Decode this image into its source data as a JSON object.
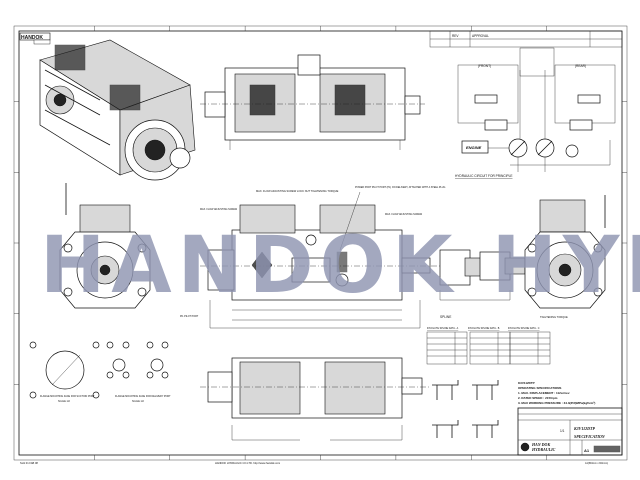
{
  "drawing": {
    "company_logo_text": "HANDOK",
    "watermark": "HANDOK HYD",
    "title_strip": {
      "rev_label": "REV",
      "approval": "APPROVAL"
    },
    "circuit": {
      "front_label": "(FRONT)",
      "rear_label": "(REAR)",
      "engine_label": "ENGINE",
      "caption": "HYDRAULIC CIRCUIT FOR PRINCIPLE"
    },
    "main_view": {
      "callout_left": "MAX. FLOW ADJUSTING SCREW",
      "callout_right": "MAX. FLOW ADJUSTING SCREW",
      "callout_top_left": "MAX. FLOW ADJUSTING SCREW LOCK NUT TIGHTENING TORQUE",
      "callout_top_right": "POWER PORT  PILOT PORT (P1) ON DELIVERY, ATTACHED WITH A STEEL PLUG",
      "callout_bottom_left": "Pi1 PILOT PORT",
      "spline_label": "SPLINE",
      "right_callout": "TIGHTENING TORQUE"
    },
    "flanges": [
      {
        "caption": "FLANGE MOUNTING FACE FOR SUCTION PORT",
        "scale": "SCALE 1/2"
      },
      {
        "caption": "FLANGE MOUNTING FACE FOR DELIVERY PORT",
        "scale": "SCALE 1/2"
      }
    ],
    "spline_tables": [
      {
        "title": "INVOLUTE SPLINE DATA - A"
      },
      {
        "title": "INVOLUTE SPLINE DATA - B"
      },
      {
        "title": "INVOLUTE SPLINE DATA - C"
      }
    ],
    "specs": {
      "model": "K3V112DTP",
      "heading": "OPERATING SPECIFICATIONS",
      "lines": [
        "1. MAX. DISPLACEMENT : 112cc/rev",
        "2. RATED SPEED : 2150rpm",
        "3. MAX WORKING PRESSURE : 34.3(350)MPa(kgf/cm²)"
      ]
    },
    "title_block": {
      "company_line1": "HAN DOK",
      "company_line2": "HYDRAULIC",
      "model": "K3V112DTP",
      "title": "SPECIFICATION",
      "scale": "1/1",
      "size": "A1"
    },
    "footer_left": "SH1 01 FAB 08",
    "footer_center": "HANDOK HYDRAULIC CO.LTD. http://www.handok.com",
    "footer_right": "A1(594mm x 841mm)"
  }
}
